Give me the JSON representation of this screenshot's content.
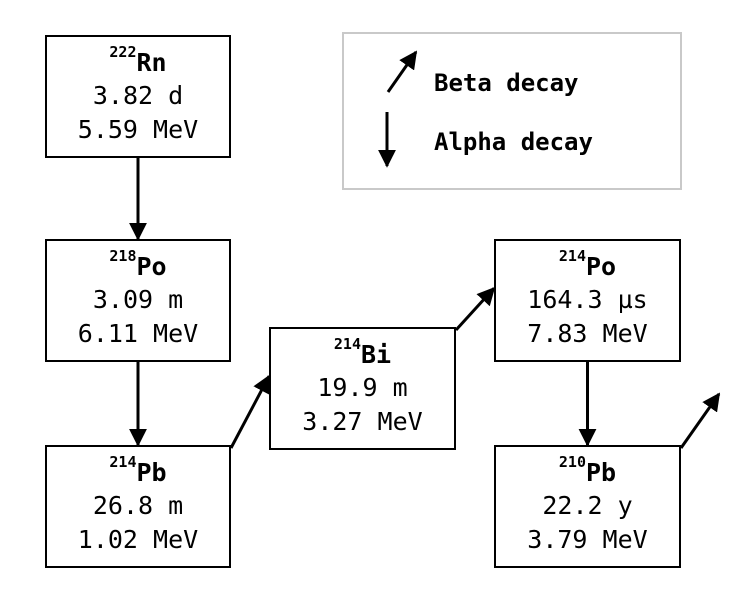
{
  "legend": {
    "beta_label": "Beta decay",
    "alpha_label": "Alpha decay"
  },
  "nuclides": [
    {
      "id": "rn222",
      "mass": "222",
      "symbol": "Rn",
      "half_life": "3.82 d",
      "energy": "5.59 MeV"
    },
    {
      "id": "po218",
      "mass": "218",
      "symbol": "Po",
      "half_life": "3.09 m",
      "energy": "6.11 MeV"
    },
    {
      "id": "pb214",
      "mass": "214",
      "symbol": "Pb",
      "half_life": "26.8 m",
      "energy": "1.02 MeV"
    },
    {
      "id": "bi214",
      "mass": "214",
      "symbol": "Bi",
      "half_life": "19.9 m",
      "energy": "3.27 MeV"
    },
    {
      "id": "po214",
      "mass": "214",
      "symbol": "Po",
      "half_life": "164.3 µs",
      "energy": "7.83 MeV"
    },
    {
      "id": "pb210",
      "mass": "210",
      "symbol": "Pb",
      "half_life": "22.2 y",
      "energy": "3.79 MeV"
    }
  ],
  "decays": [
    {
      "from": "rn222",
      "to": "po218",
      "type": "alpha"
    },
    {
      "from": "po218",
      "to": "pb214",
      "type": "alpha"
    },
    {
      "from": "pb214",
      "to": "bi214",
      "type": "beta"
    },
    {
      "from": "bi214",
      "to": "po214",
      "type": "beta"
    },
    {
      "from": "po214",
      "to": "pb210",
      "type": "alpha"
    },
    {
      "from": "pb210",
      "to": "",
      "type": "beta"
    }
  ]
}
